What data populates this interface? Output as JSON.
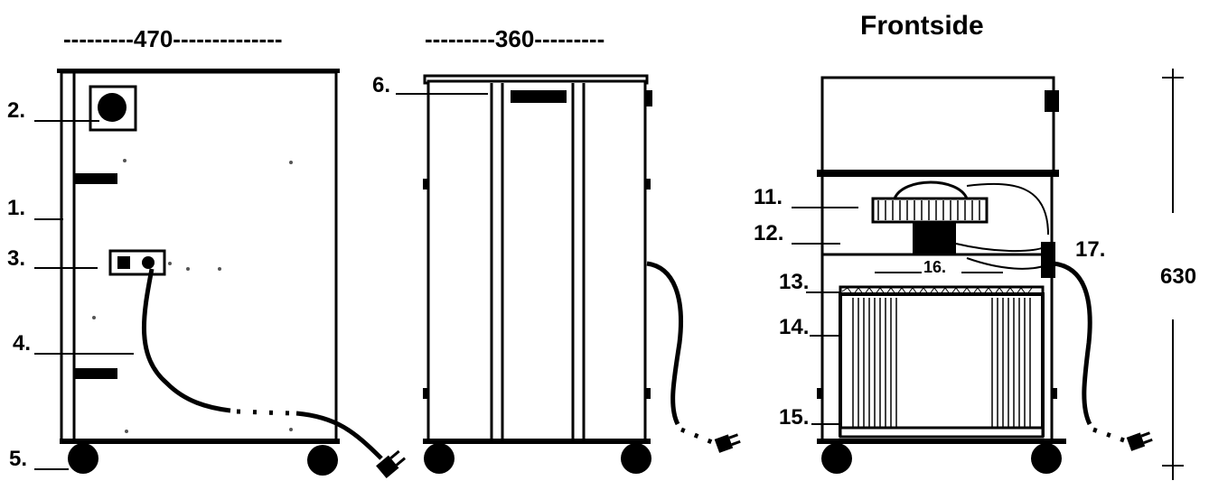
{
  "dimensions": {
    "width_side": "---------470--------------",
    "width_back": "---------360---------",
    "height": "630"
  },
  "view_title": "Frontside",
  "labels": {
    "l1": "1.",
    "l2": "2.",
    "l3": "3.",
    "l4": "4.",
    "l5": "5.",
    "l6": "6.",
    "l11": "11.",
    "l12": "12.",
    "l13": "13.",
    "l14": "14.",
    "l15": "15.",
    "l16": "16.",
    "l17": "17."
  }
}
